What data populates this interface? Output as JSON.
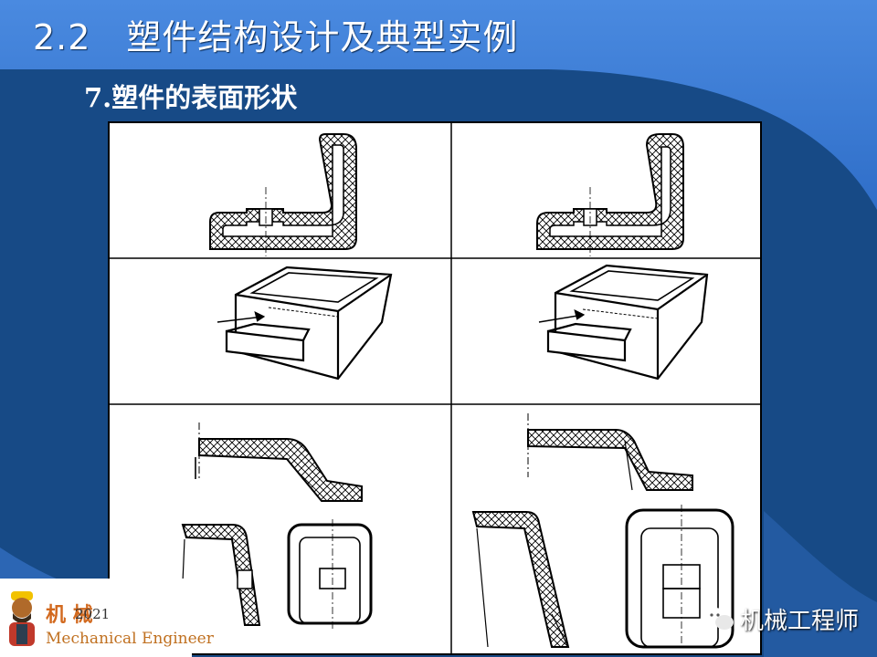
{
  "slide": {
    "title": "2.2　塑件结构设计及典型实例",
    "subtitle": "7.塑件的表面形状",
    "footer_date": "2021",
    "logo_text": "机 械",
    "logo_sub": "Mechanical Engineer",
    "watermark": "机械工程师"
  },
  "colors": {
    "background": "#1a4d8a",
    "title_band": "#3a7ad0",
    "text": "#ffffff",
    "drawing": "#000000"
  }
}
